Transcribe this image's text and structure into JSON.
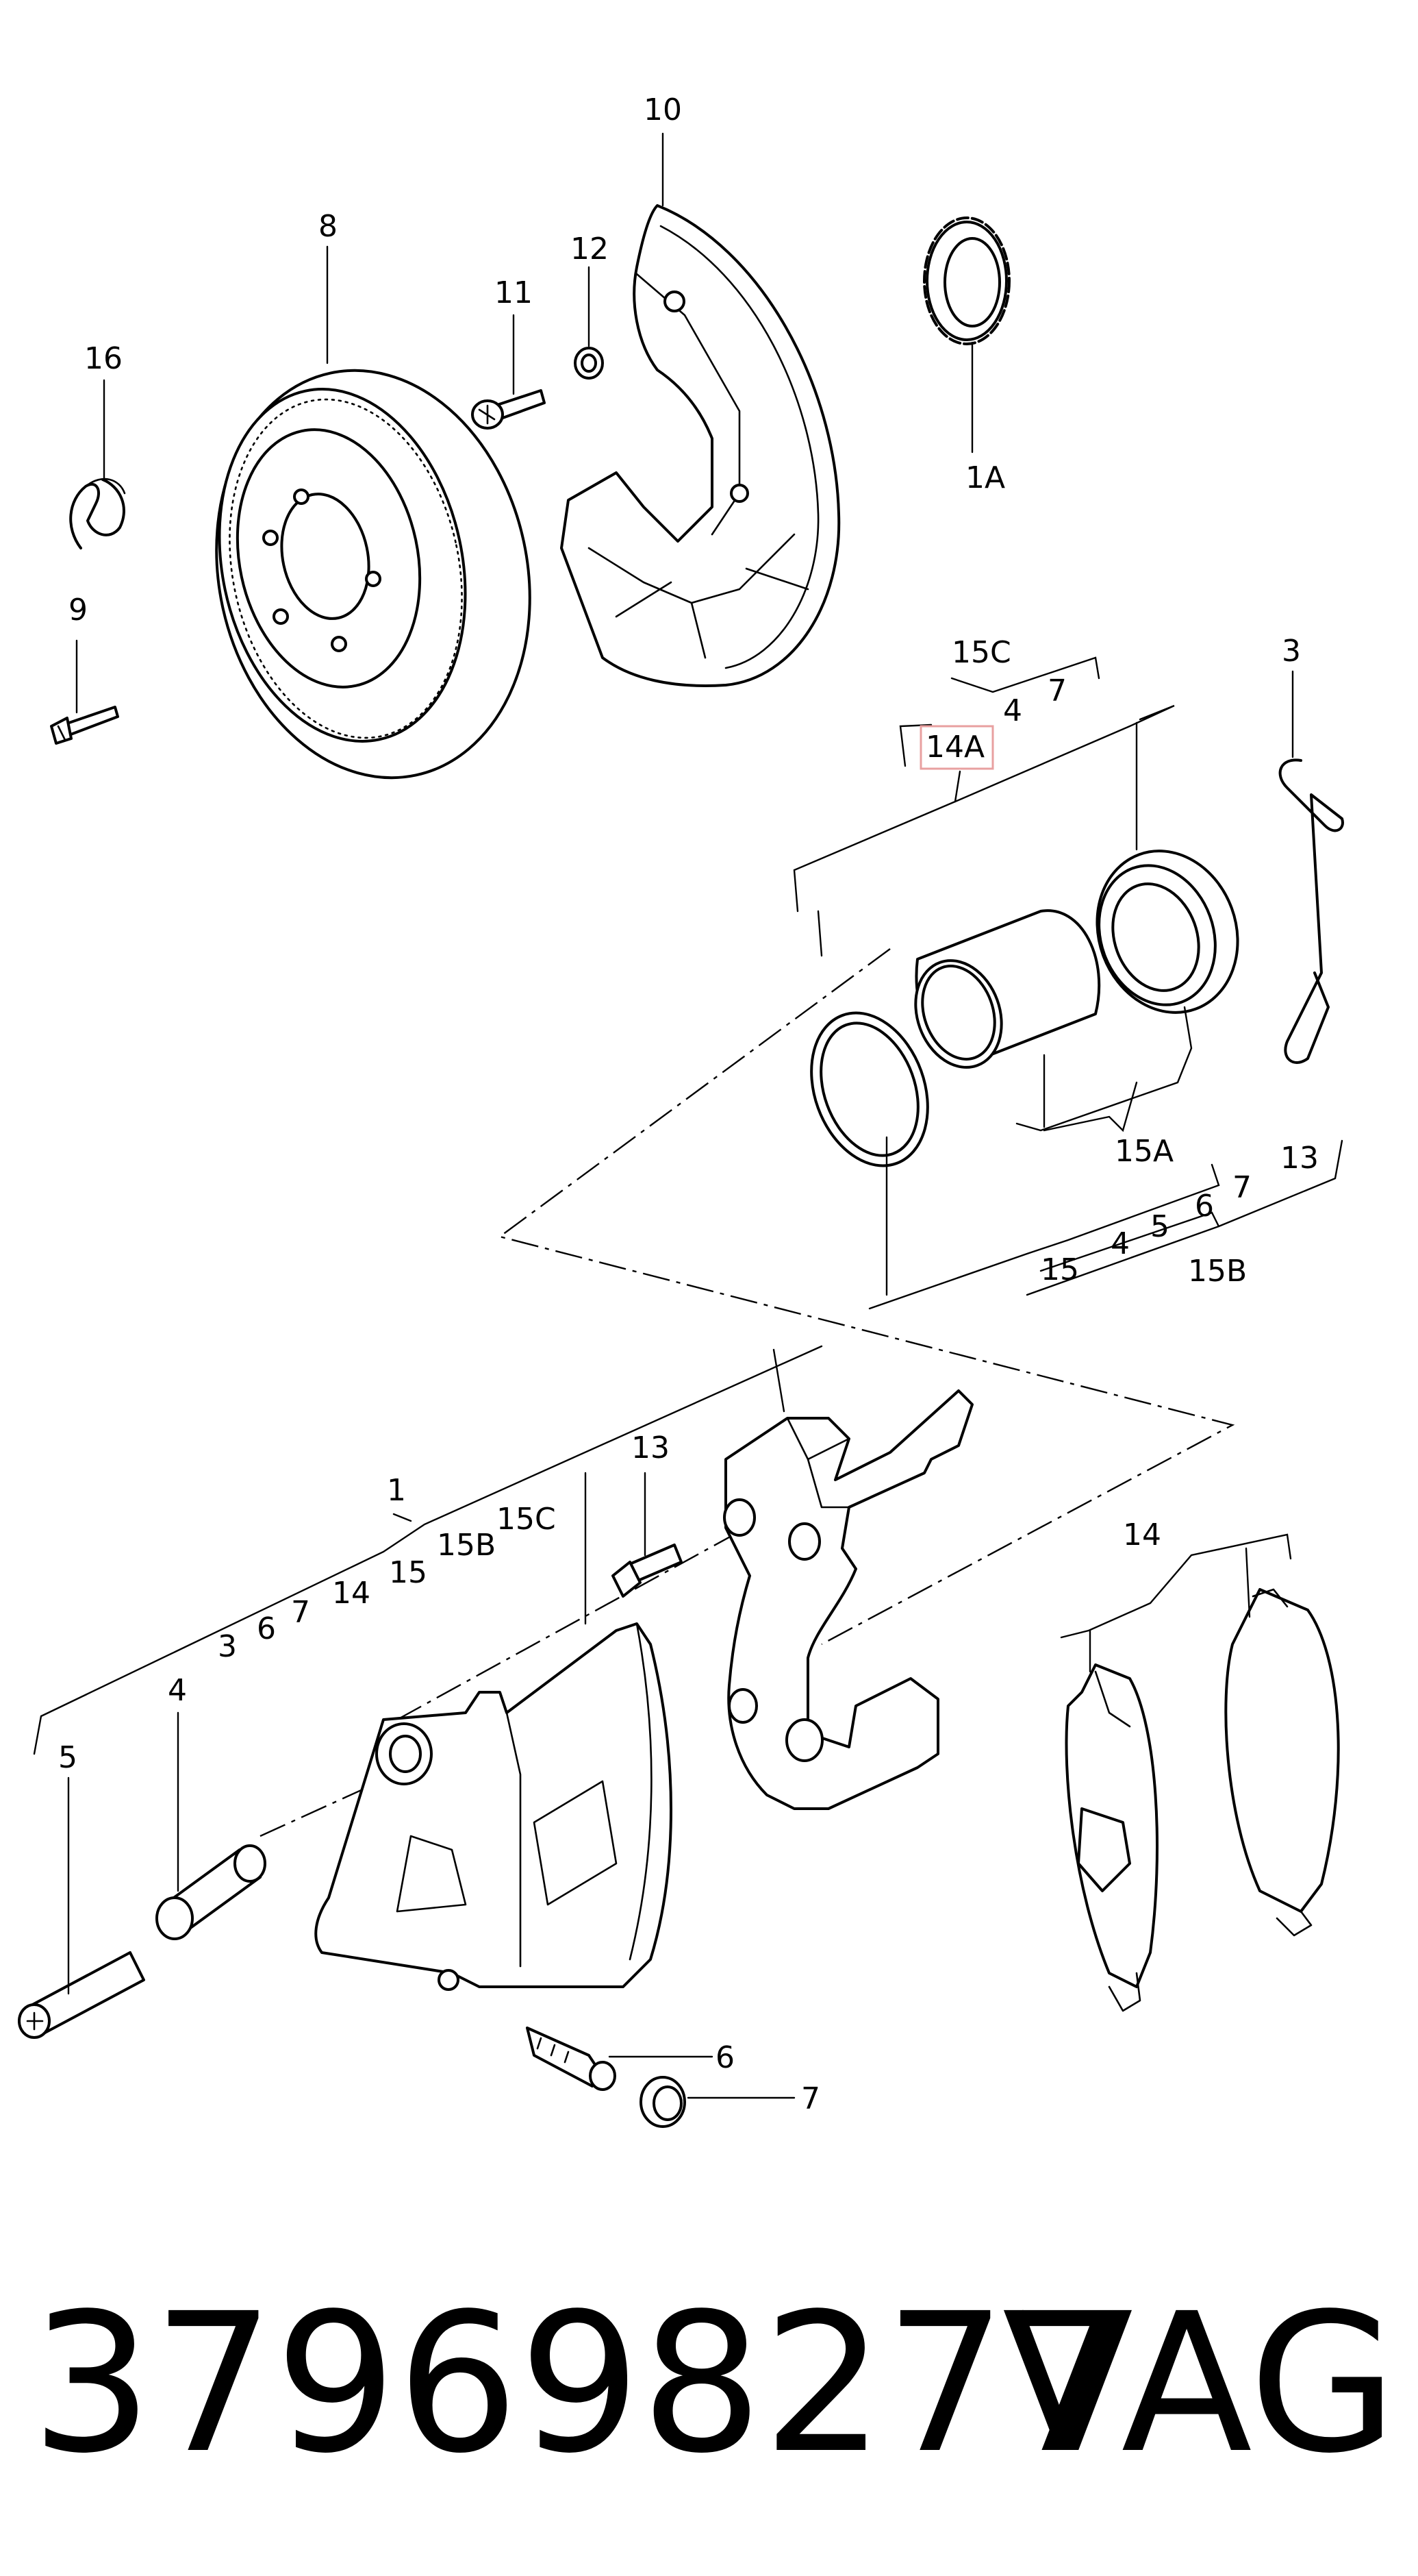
{
  "callouts": {
    "c1": "1",
    "c1A": "1A",
    "c3": "3",
    "c4": "4",
    "c5": "5",
    "c6": "6",
    "c7": "7",
    "c8": "8",
    "c9": "9",
    "c10": "10",
    "c11": "11",
    "c12": "12",
    "c13": "13",
    "c14": "14",
    "c14A": "14A",
    "c15": "15",
    "c15A": "15A",
    "c15B": "15B",
    "c15C": "15C",
    "c16": "16"
  },
  "footer": {
    "part_number": "379698277",
    "brand": "VAG"
  },
  "colors": {
    "highlight_box": "#e8a0a0",
    "lines": "#000000",
    "background": "#ffffff"
  },
  "highlighted_callout": "14A"
}
